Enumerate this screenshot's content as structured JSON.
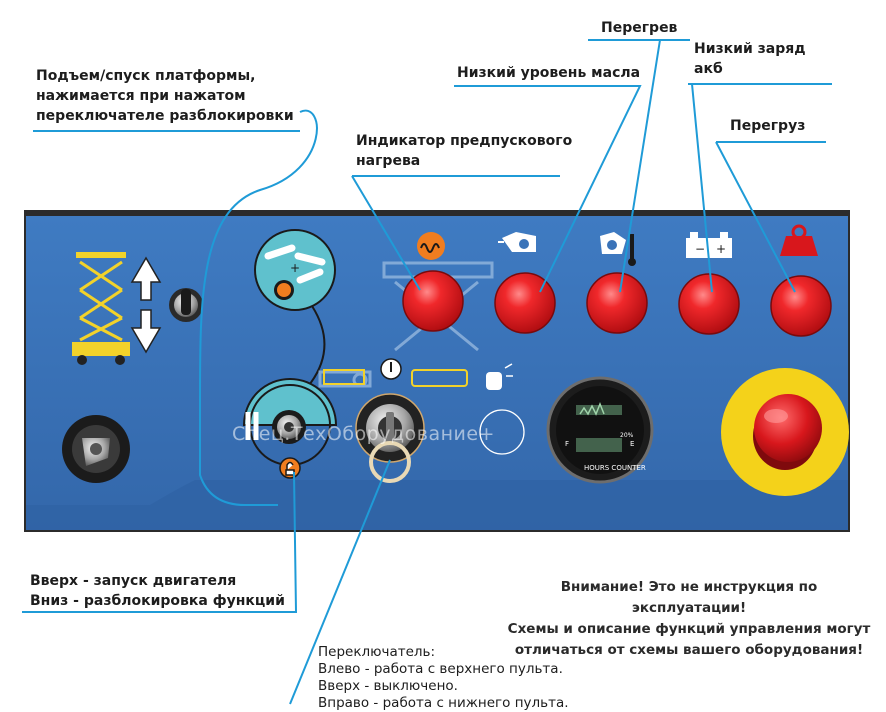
{
  "labels": {
    "platform": "Подъем/спуск платформы,\nнажимается при нажатом\nпереключателе разблокировки",
    "preheat": "Индикатор предпускового\nнагрева",
    "oil": "Низкий уровень масла",
    "overheat": "Перегрев",
    "battery": "Низкий заряд\nакб",
    "overload": "Перегруз",
    "engine": "Вверх - запуск двигателя\nВниз - разблокировка функций",
    "selector": "Переключатель:\nВлево - работа с верхнего пульта.\nВверх - выключено.\nВправо - работа с нижнего пульта."
  },
  "warning": "Внимание! Это не инструкция по эксплуатации!\nСхемы и описание функций управления могут\nотличаться от схемы вашего оборудования!",
  "watermark": "Спец.ТехОборудование+",
  "hours_counter": "HOURS COUNTER",
  "gauge_percent": "20%",
  "colors": {
    "panel": "#3a73b8",
    "panel_dark": "#2d5f9e",
    "callout_line": "#1f9bd7",
    "lamp": "#e4161b",
    "emergency_yellow": "#f4d21a",
    "accent_orange": "#f07d1f"
  },
  "icons": [
    "scissor-lift-icon",
    "up-arrow-icon",
    "down-arrow-icon",
    "key-switch-icon",
    "preheat-coil-icon",
    "oil-can-icon",
    "thermometer-icon",
    "battery-icon",
    "overload-weight-icon",
    "hours-counter-icon",
    "emergency-stop-icon",
    "unlock-icon",
    "beacon-icon"
  ]
}
